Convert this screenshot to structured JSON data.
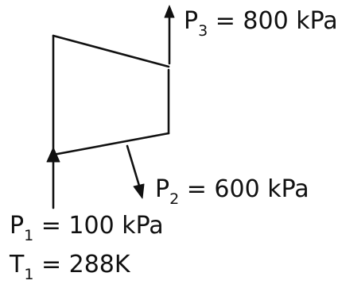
{
  "labels": {
    "p3": {
      "var": "P",
      "sub": "3",
      "rest": " = 800 kPa"
    },
    "p2": {
      "var": "P",
      "sub": "2",
      "rest": " = 600 kPa"
    },
    "p1": {
      "var": "P",
      "sub": "1",
      "rest": " = 100 kPa"
    },
    "t1": {
      "var": "T",
      "sub": "1",
      "rest": " = 288K"
    }
  },
  "colors": {
    "ink": "#111111",
    "background": "#ffffff"
  }
}
